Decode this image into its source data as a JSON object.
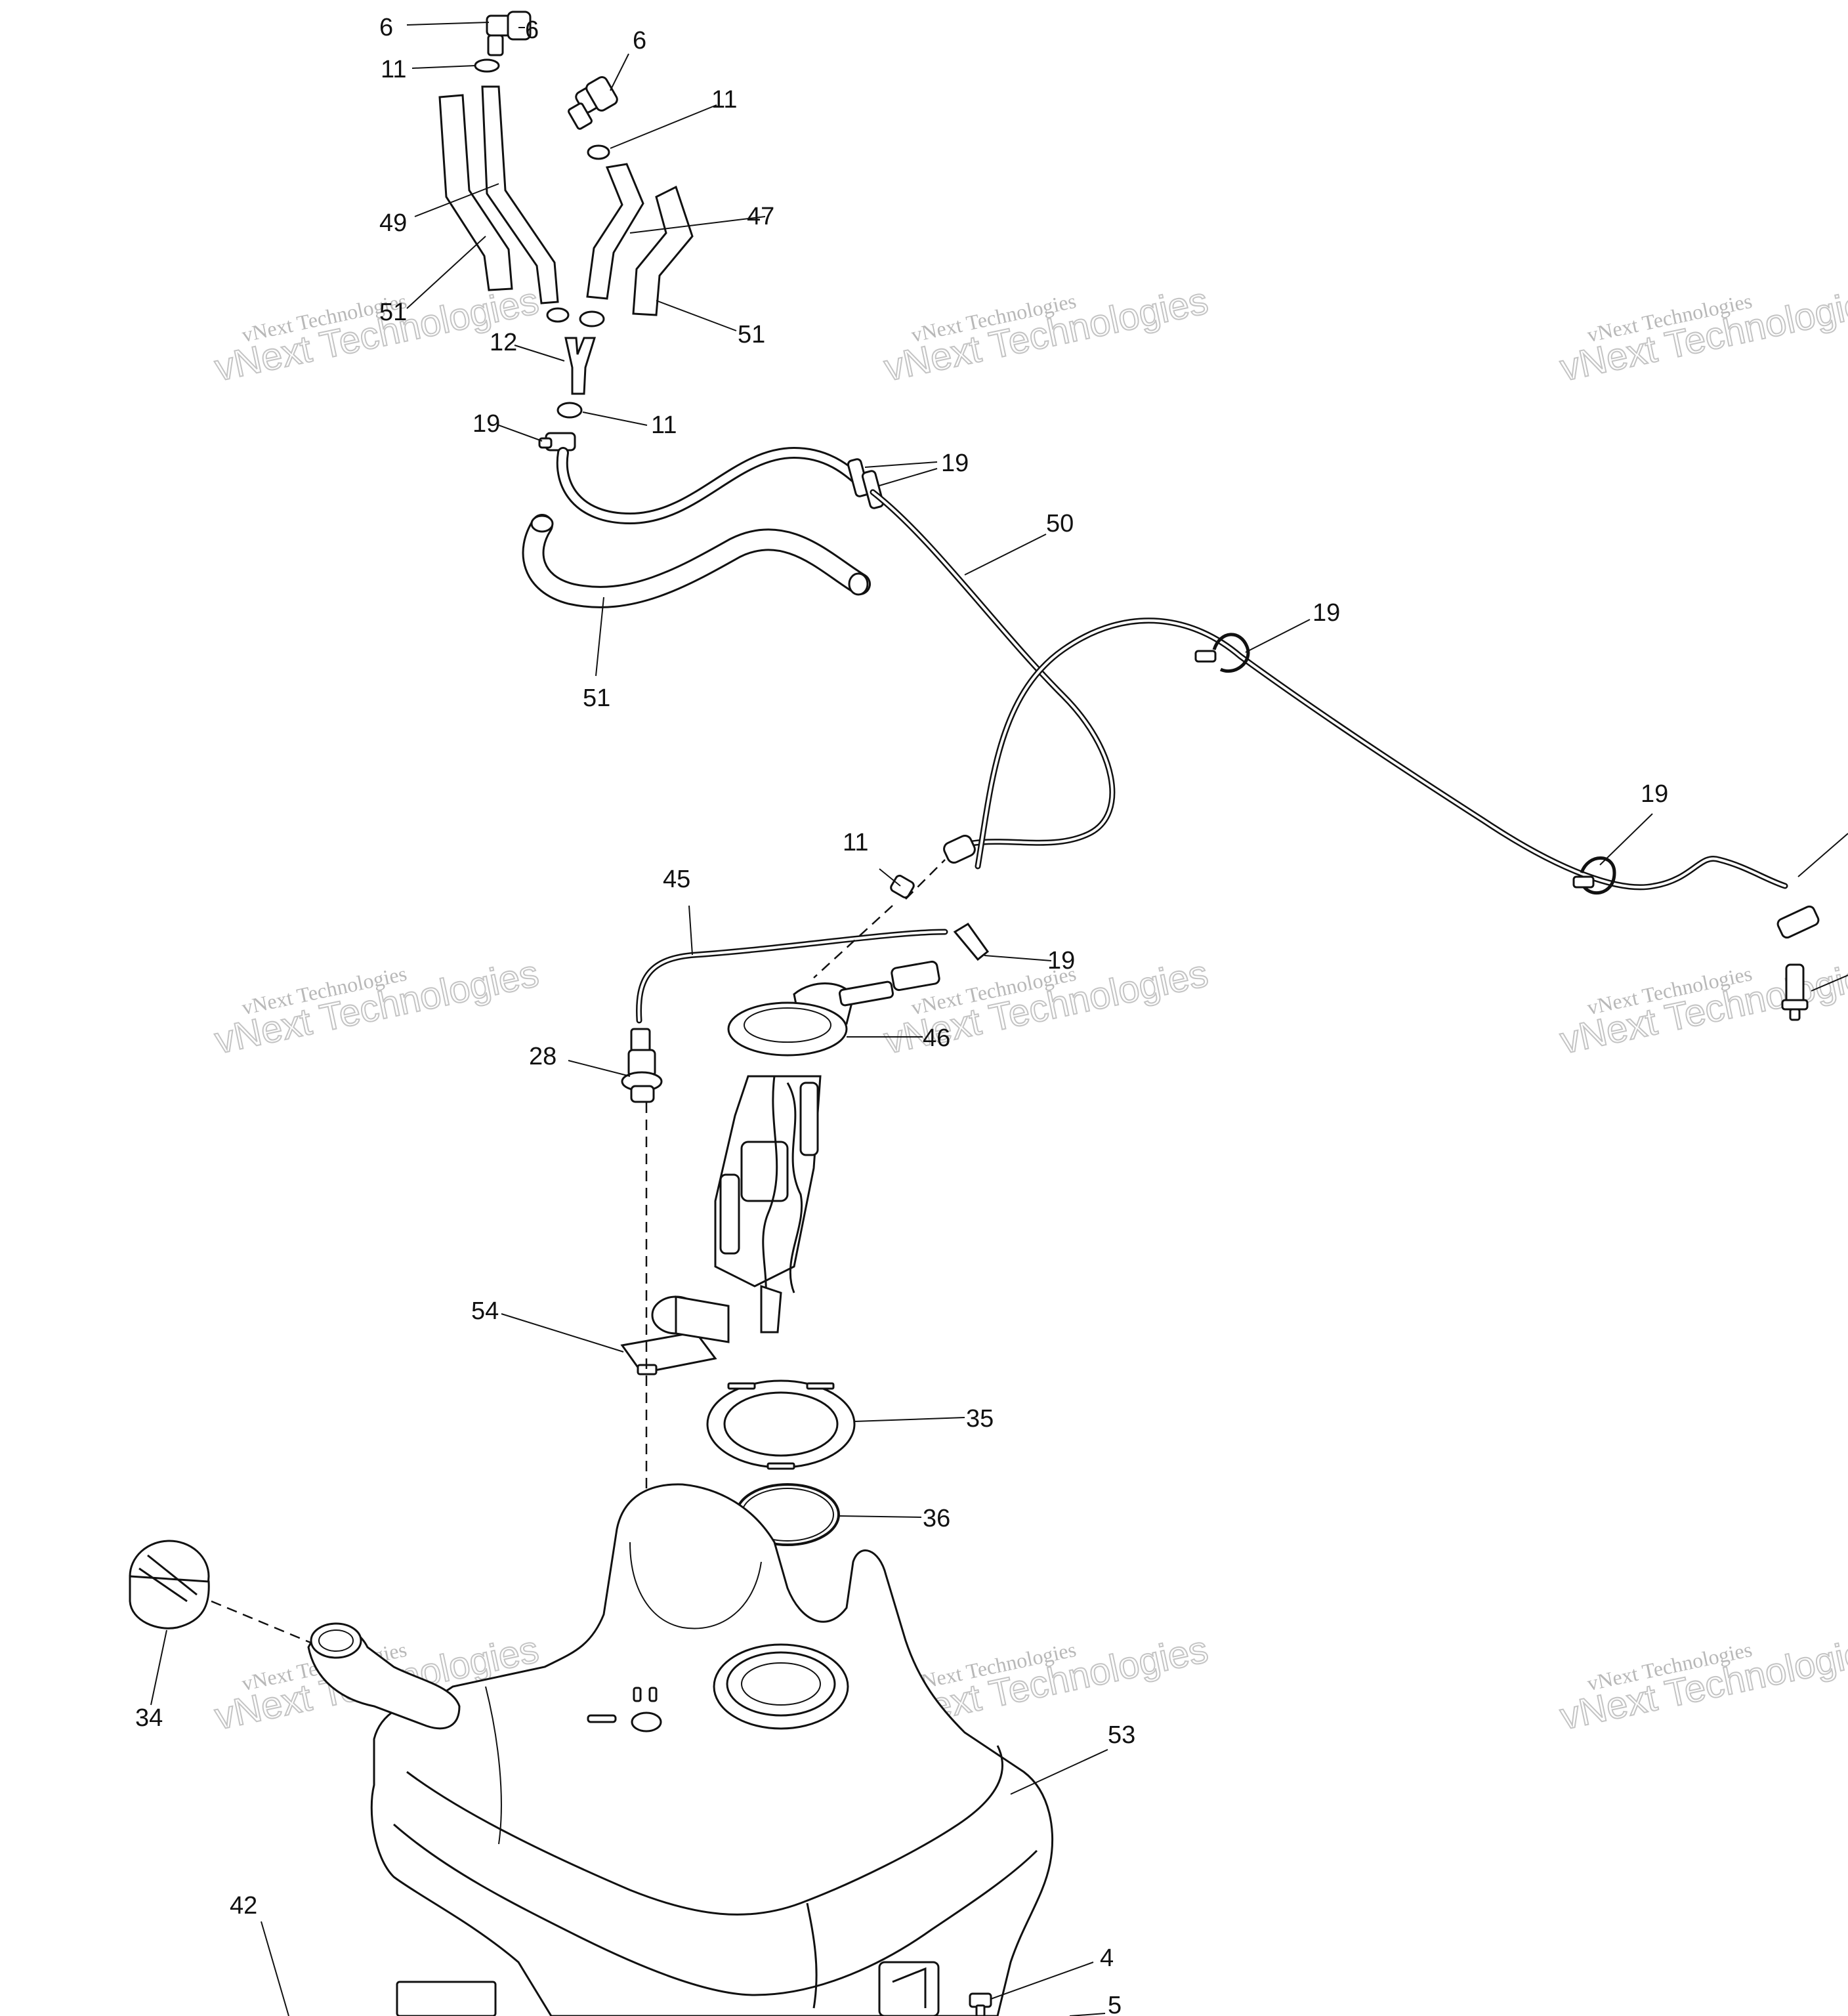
{
  "watermark": {
    "line1": "vNext Technologies",
    "line2": "vNext\nTechnologies"
  },
  "callouts": [
    {
      "id": "c6a",
      "text": "6"
    },
    {
      "id": "c6b",
      "text": "6"
    },
    {
      "id": "c6c",
      "text": "6"
    },
    {
      "id": "c11a",
      "text": "11"
    },
    {
      "id": "c11b",
      "text": "11"
    },
    {
      "id": "c11c",
      "text": "11"
    },
    {
      "id": "c11d",
      "text": "11"
    },
    {
      "id": "c49",
      "text": "49"
    },
    {
      "id": "c47",
      "text": "47"
    },
    {
      "id": "c51a",
      "text": "51"
    },
    {
      "id": "c51b",
      "text": "51"
    },
    {
      "id": "c51c",
      "text": "51"
    },
    {
      "id": "c12",
      "text": "12"
    },
    {
      "id": "c19a",
      "text": "19"
    },
    {
      "id": "c19b",
      "text": "19"
    },
    {
      "id": "c19c",
      "text": "19"
    },
    {
      "id": "c19d",
      "text": "19"
    },
    {
      "id": "c19e",
      "text": "19"
    },
    {
      "id": "c50",
      "text": "50"
    },
    {
      "id": "c45",
      "text": "45"
    },
    {
      "id": "c46",
      "text": "46"
    },
    {
      "id": "c28",
      "text": "28"
    },
    {
      "id": "c54",
      "text": "54"
    },
    {
      "id": "c35",
      "text": "35"
    },
    {
      "id": "c36",
      "text": "36"
    },
    {
      "id": "c34",
      "text": "34"
    },
    {
      "id": "c53",
      "text": "53"
    },
    {
      "id": "c42",
      "text": "42"
    },
    {
      "id": "c4",
      "text": "4"
    },
    {
      "id": "c5",
      "text": "5"
    }
  ]
}
